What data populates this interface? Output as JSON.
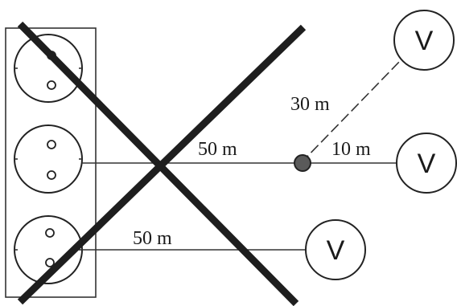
{
  "distances": {
    "left_top": "50 m",
    "left_bottom": "50 m",
    "diagonal": "30 m",
    "short": "10 m"
  },
  "voltmeter_symbol": "V",
  "colors": {
    "line": "#333333",
    "cross": "#1e1e1e",
    "node": "#5a5a5a"
  }
}
